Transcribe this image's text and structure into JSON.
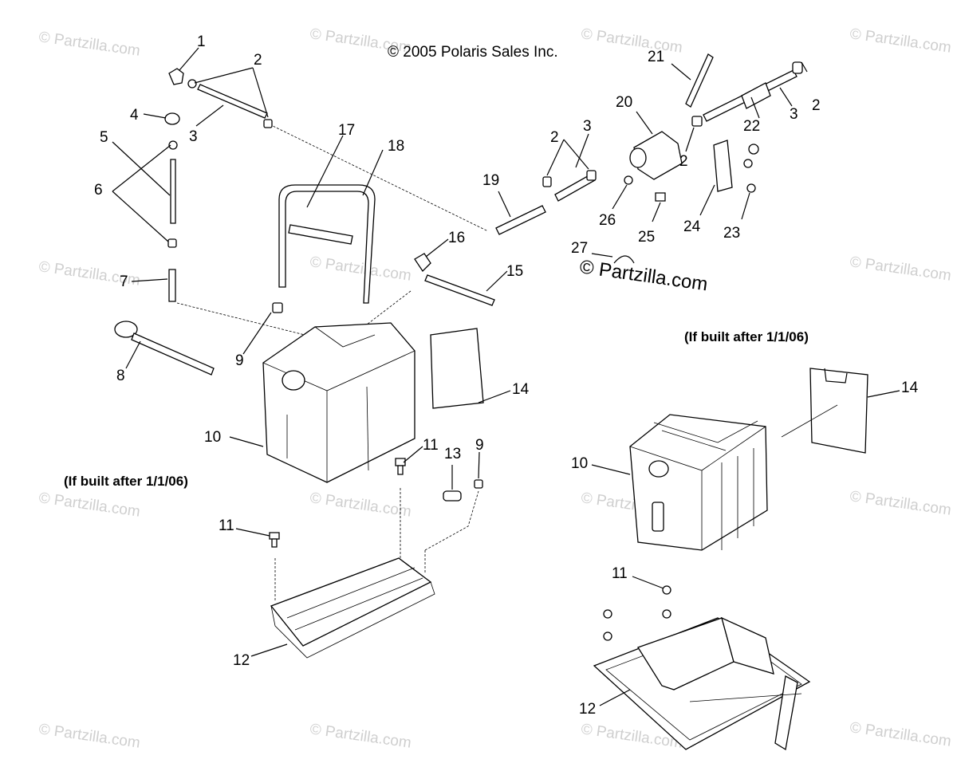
{
  "copyright": "© 2005 Polaris Sales Inc.",
  "notes": {
    "left": "(If built after 1/1/06)",
    "right": "(If built after 1/1/06)"
  },
  "watermark": {
    "text": "© Partzilla.com",
    "center_text": "© Partzilla.com"
  },
  "callouts": {
    "c1": "1",
    "c2a": "2",
    "c2b": "2",
    "c2c": "2",
    "c2d": "2",
    "c3a": "3",
    "c3b": "3",
    "c3c": "3",
    "c4": "4",
    "c5": "5",
    "c6": "6",
    "c7": "7",
    "c8": "8",
    "c9a": "9",
    "c9b": "9",
    "c10a": "10",
    "c10b": "10",
    "c11a": "11",
    "c11b": "11",
    "c11c": "11",
    "c12a": "12",
    "c12b": "12",
    "c13": "13",
    "c14a": "14",
    "c14b": "14",
    "c15": "15",
    "c16": "16",
    "c17": "17",
    "c18": "18",
    "c19": "19",
    "c20": "20",
    "c21": "21",
    "c22": "22",
    "c23": "23",
    "c24": "24",
    "c25": "25",
    "c26": "26",
    "c27": "27"
  }
}
